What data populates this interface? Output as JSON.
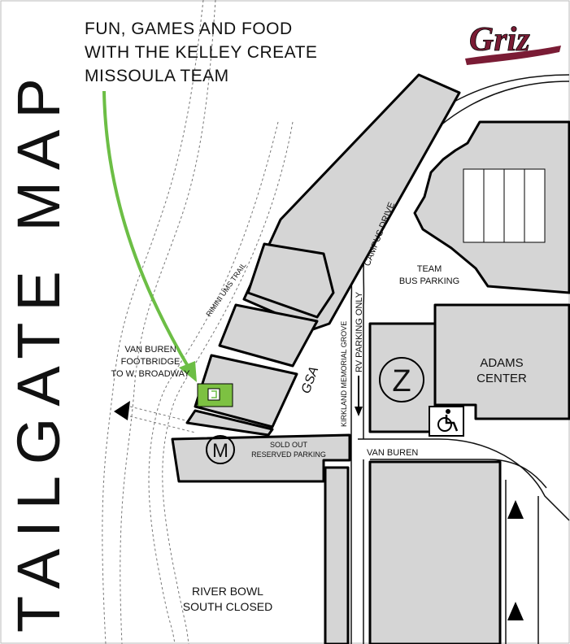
{
  "title": "TAILGATE MAP",
  "callout": {
    "line1": "FUN, GAMES AND FOOD",
    "line2": "WITH THE KELLEY CREATE",
    "line3": "MISSOULA TEAM"
  },
  "logo": {
    "text": "Griz",
    "color": "#7a1c35"
  },
  "labels": {
    "footbridge_1": "VAN BUREN",
    "footbridge_2": "FOOTBRIDGE",
    "footbridge_3": "TO W. BROADWAY",
    "trail": "RIMINI UMS TRAIL",
    "campus_drive": "CAMPUS DRIVE",
    "team_bus_1": "TEAM",
    "team_bus_2": "BUS PARKING",
    "rv_parking": "RV PARKING ONLY",
    "kirkland": "KIRKLAND MEMORIAL GROVE",
    "gsa": "GSA",
    "adams_1": "ADAMS",
    "adams_2": "CENTER",
    "lot_z": "Z",
    "lot_m": "M",
    "sold_out_1": "SOLD OUT",
    "sold_out_2": "RESERVED PARKING",
    "van_buren": "VAN BUREN",
    "river_bowl_1": "RIVER BOWL",
    "river_bowl_2": "SOUTH CLOSED"
  },
  "colors": {
    "lot_fill": "#d5d5d5",
    "highlight": "#7dc142",
    "arrow": "#6cbe45",
    "brand": "#7a1c35"
  },
  "icons": [
    "accessible-parking-icon",
    "kelley-create-tent-icon"
  ]
}
